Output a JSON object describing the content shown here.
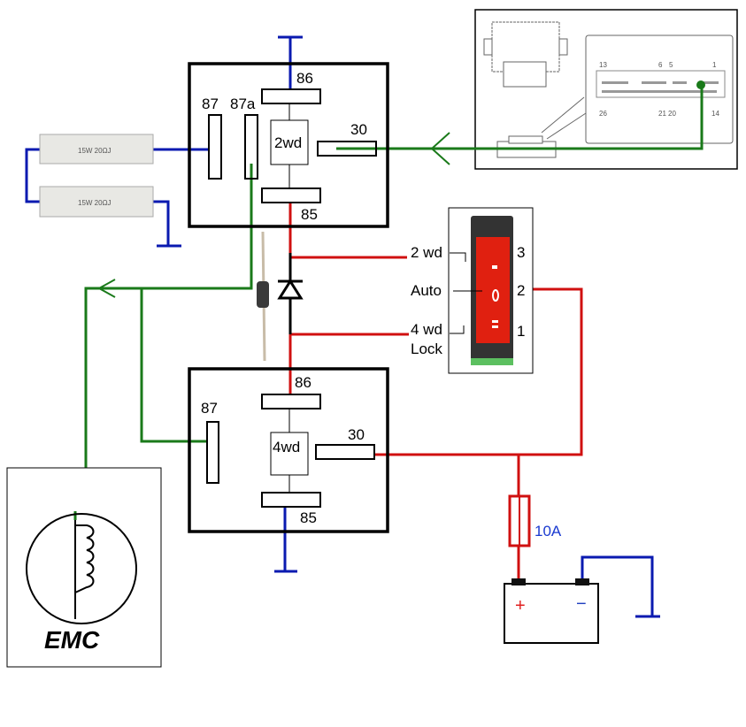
{
  "relay_2wd": {
    "coil_label": "2wd",
    "pins": {
      "p86": "86",
      "p87": "87",
      "p87a": "87a",
      "p30": "30",
      "p85": "85"
    }
  },
  "relay_4wd": {
    "coil_label": "4wd",
    "pins": {
      "p86": "86",
      "p87": "87",
      "p30": "30",
      "p85": "85"
    }
  },
  "resistors": [
    {
      "label": "15W 20ΩJ"
    },
    {
      "label": "15W 20ΩJ"
    }
  ],
  "switch": {
    "pos_3": "2 wd",
    "pos_2": "Auto",
    "pos_1_line1": "4 wd",
    "pos_1_line2": "Lock",
    "num_3": "3",
    "num_2": "2",
    "num_1": "1"
  },
  "fuse": {
    "label": "10A"
  },
  "battery": {
    "plus": "+",
    "minus": "−"
  },
  "emc": {
    "label": "EMC"
  },
  "ecu_connector": {
    "pin_numbers": [
      "13",
      "6",
      "5",
      "1",
      "26",
      "21",
      "20",
      "14"
    ]
  },
  "colors": {
    "wire_red": "#d01010",
    "wire_green": "#1a7a1a",
    "wire_blue": "#0a1ab0",
    "switch_red": "#e02010"
  }
}
